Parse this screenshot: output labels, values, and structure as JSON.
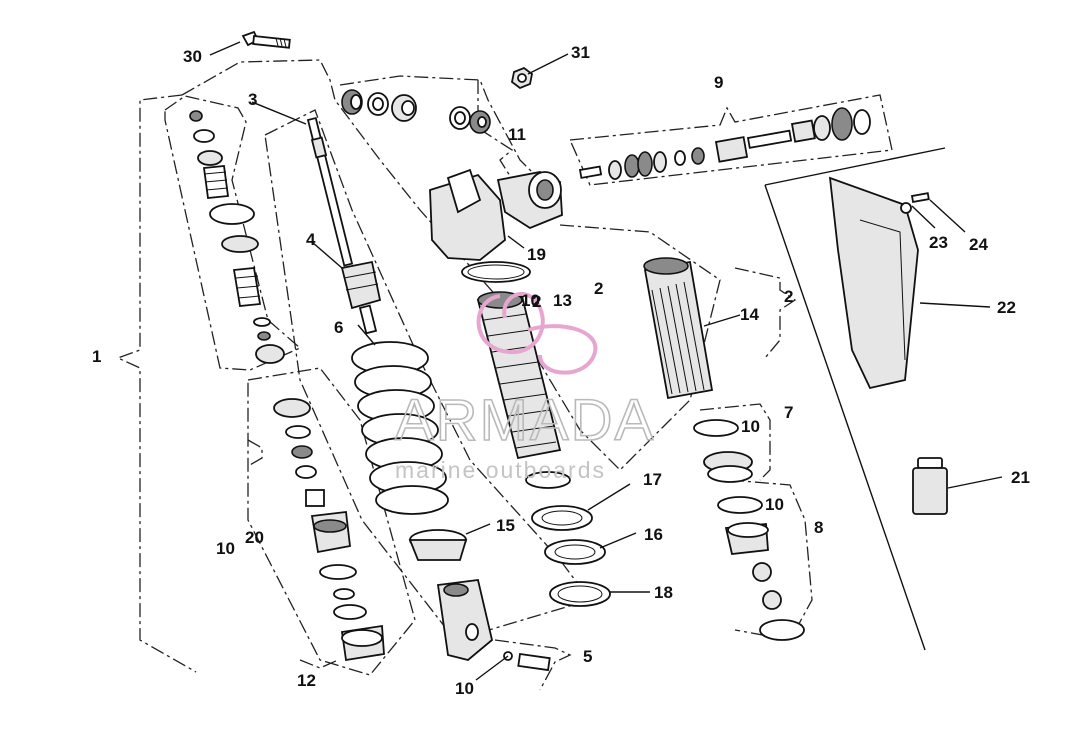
{
  "watermark": {
    "brand": "ARMADA",
    "tagline": "marine outboards",
    "color": "#e7a6cf"
  },
  "callouts": {
    "c1": "1",
    "c2a": "2",
    "c2b": "2",
    "c2c": "2",
    "c3": "3",
    "c4": "4",
    "c5": "5",
    "c6": "6",
    "c7": "7",
    "c8": "8",
    "c9": "9",
    "c10a": "10",
    "c10b": "10",
    "c10c": "10",
    "c10d": "10",
    "c10e": "10",
    "c11": "11",
    "c12": "12",
    "c13": "13",
    "c14": "14",
    "c15": "15",
    "c16": "16",
    "c17": "17",
    "c18": "18",
    "c19": "19",
    "c20": "20",
    "c21": "21",
    "c22": "22",
    "c23": "23",
    "c24": "24",
    "c30": "30",
    "c31": "31"
  }
}
